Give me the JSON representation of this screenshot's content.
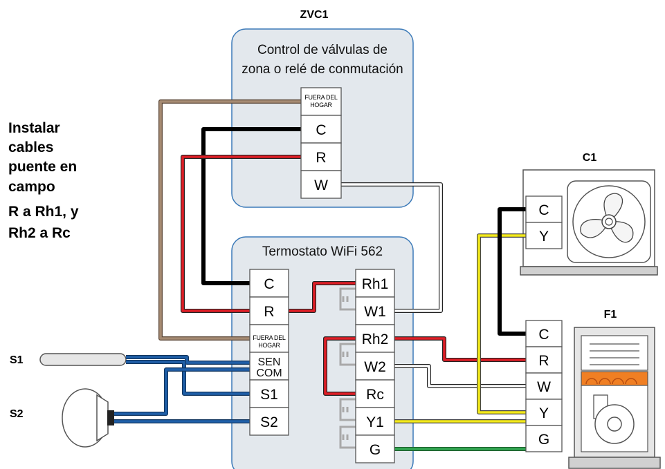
{
  "zvc": {
    "id": "ZVC1",
    "title_line1": "Control de válvulas de",
    "title_line2": "zona o relé de conmutación",
    "outdoor_line1": "FUERA DEL",
    "outdoor_line2": "HOGAR",
    "terminals": [
      "C",
      "R",
      "W"
    ]
  },
  "thermostat": {
    "title": "Termostato WiFi 562",
    "left_terminals": [
      "C",
      "R"
    ],
    "outdoor_line1": "FUERA DEL",
    "outdoor_line2": "HOGAR",
    "sen": "SEN",
    "com": "COM",
    "sensor_terminals": [
      "S1",
      "S2"
    ],
    "right_terminals": [
      "Rh1",
      "W1",
      "Rh2",
      "W2",
      "Rc",
      "Y1",
      "G"
    ]
  },
  "instructions": [
    "Instalar",
    "cables",
    "puente en",
    "campo",
    "R a Rh1, y",
    "Rh2 a Rc"
  ],
  "c1": {
    "id": "C1",
    "terminals": [
      "C",
      "Y"
    ]
  },
  "f1": {
    "id": "F1",
    "terminals": [
      "C",
      "R",
      "W",
      "Y",
      "G"
    ]
  },
  "sensors": {
    "s1": "S1",
    "s2": "S2"
  },
  "colors": {
    "panel_fill": "#e3e8ed",
    "panel_border": "#3a79b8",
    "wire_red": "#e01e26",
    "wire_black": "#000000",
    "wire_brown": "#a58a72",
    "wire_yellow": "#f3ea1a",
    "wire_green": "#34a853",
    "wire_white": "#ffffff",
    "wire_blue": "#1f5fa8",
    "jumper_gray": "#a9a9a9"
  }
}
